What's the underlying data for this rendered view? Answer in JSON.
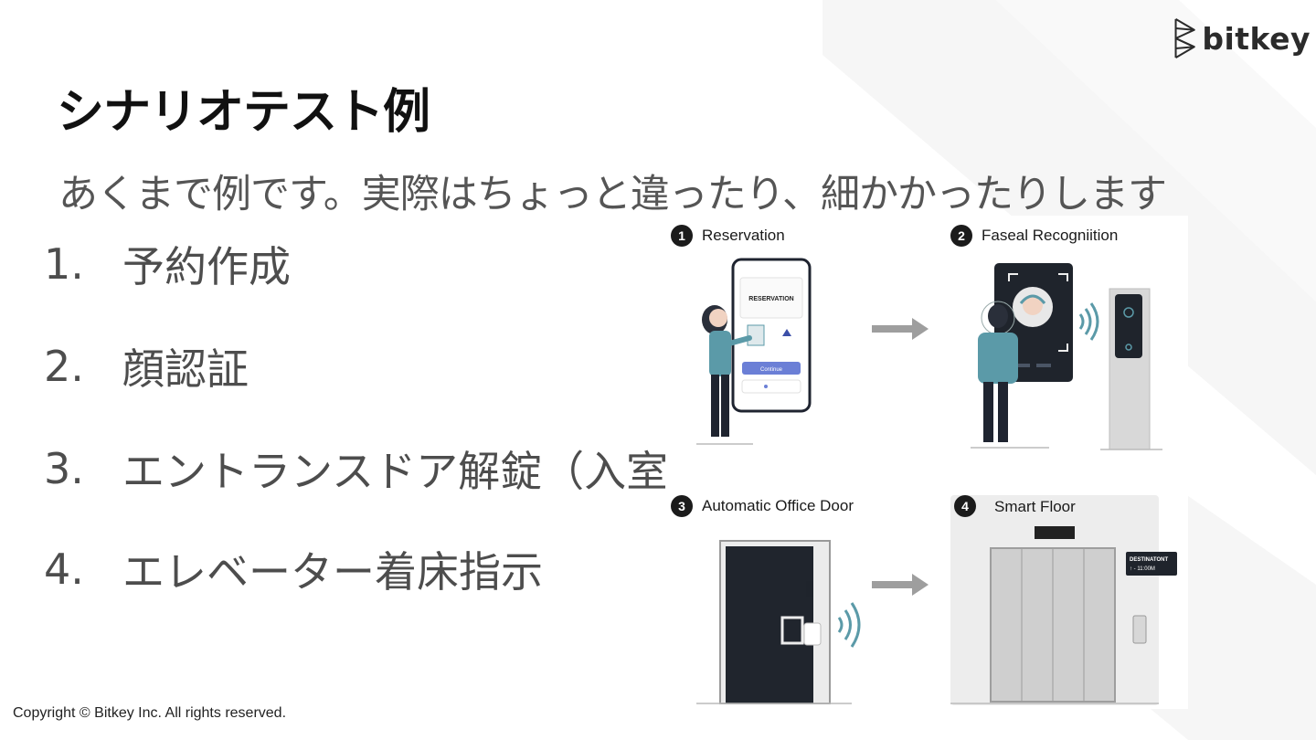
{
  "logo": {
    "text": "bitkey"
  },
  "page_title": "シナリオテスト例",
  "subtitle": "あくまで例です。実際はちょっと違ったり、細かかったりします",
  "steps": [
    {
      "num": "1.",
      "label": "予約作成"
    },
    {
      "num": "2.",
      "label": "顔認証"
    },
    {
      "num": "3.",
      "label": "エントランスドア解錠（入室）"
    },
    {
      "num": "4.",
      "label": "エレベーター着床指示"
    }
  ],
  "illustration": {
    "panels": [
      {
        "badge": "1",
        "title": "Reservation"
      },
      {
        "badge": "2",
        "title": "Faseal Recogniition"
      },
      {
        "badge": "3",
        "title": "Automatic Office Door"
      },
      {
        "badge": "4",
        "title": "Smart Floor"
      }
    ],
    "phone": {
      "heading": "RESERVATION",
      "button": "Continue"
    },
    "elevator_sign": {
      "line1": "DESTINATONT",
      "line2": "↑ - 11:00M"
    },
    "accent_color": "#5b9aa8",
    "phone_button_color": "#6b7fd6"
  },
  "copyright": "Copyright © Bitkey Inc. All rights reserved."
}
